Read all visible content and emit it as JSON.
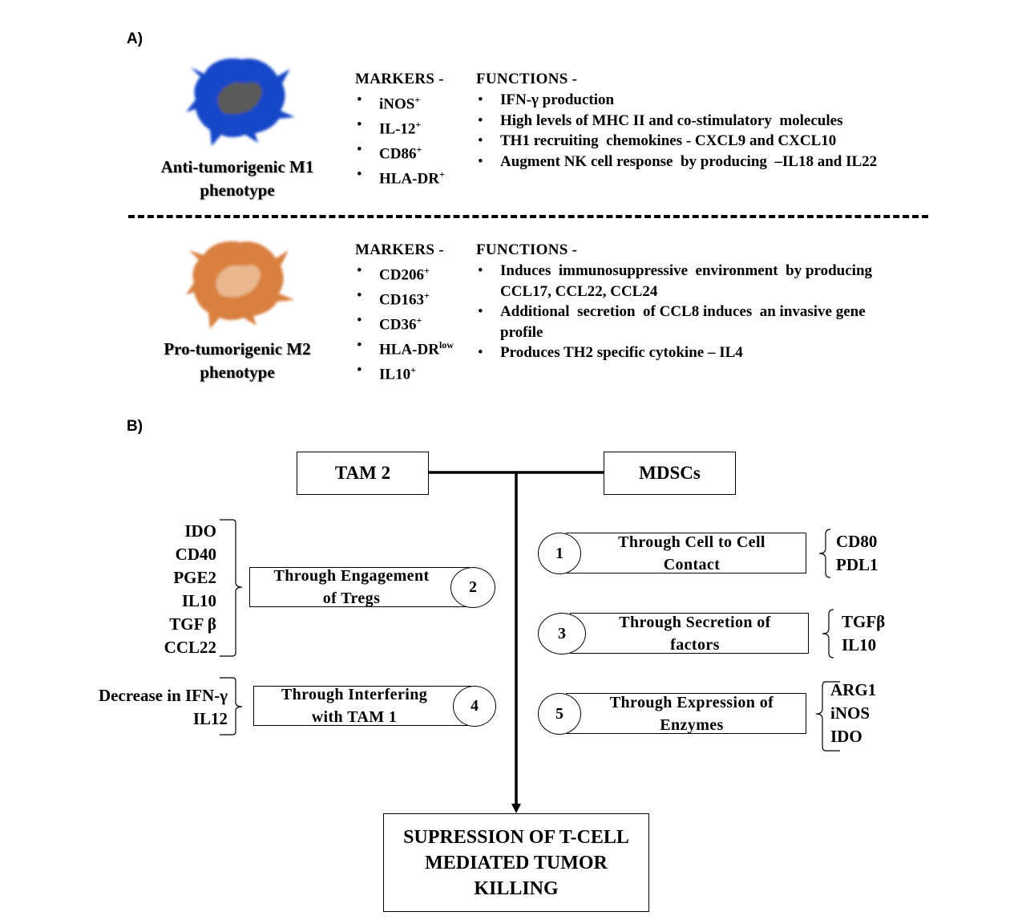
{
  "panel_a": {
    "label": "A)",
    "m1": {
      "caption_line1": "Anti-tumorigenic M1",
      "caption_line2": "phenotype",
      "cell_color": "#1746c8",
      "nucleus_color": "#5a5a5a",
      "markers_heading": "MARKERS -",
      "markers": [
        {
          "text": "iNOS",
          "sup": "+"
        },
        {
          "text": "IL-12",
          "sup": "+"
        },
        {
          "text": "CD86",
          "sup": "+"
        },
        {
          "text": "HLA-DR",
          "sup": "+"
        }
      ],
      "functions_heading": "FUNCTIONS -",
      "functions": [
        "IFN-γ production",
        "High levels of MHC II and co-stimulatory  molecules",
        "TH1 recruiting  chemokines - CXCL9 and CXCL10",
        "Augment NK cell response  by producing  –IL18 and IL22"
      ]
    },
    "m2": {
      "caption_line1": "Pro-tumorigenic M2",
      "caption_line2": "phenotype",
      "cell_color": "#d9803f",
      "nucleus_color": "#eab78e",
      "markers_heading": "MARKERS -",
      "markers": [
        {
          "text": "CD206",
          "sup": "+"
        },
        {
          "text": "CD163",
          "sup": "+"
        },
        {
          "text": "CD36",
          "sup": "+"
        },
        {
          "text": "HLA-DR",
          "sup": "low"
        },
        {
          "text": "IL10",
          "sup": "+"
        }
      ],
      "functions_heading": "FUNCTIONS -",
      "functions": [
        {
          "text": "Induces  immunosuppressive  environment  by producing",
          "bullet": true
        },
        {
          "text": "CCL17, CCL22, CCL24",
          "bullet": false
        },
        {
          "text": "Additional  secretion  of CCL8 induces  an invasive gene",
          "bullet": true
        },
        {
          "text": "profile",
          "bullet": false
        },
        {
          "text": "Produces TH2 specific cytokine – IL4",
          "bullet": true
        }
      ]
    }
  },
  "panel_b": {
    "label": "B)",
    "tam2": "TAM 2",
    "mdscs": "MDSCs",
    "left_mechanisms": [
      {
        "number": "2",
        "line1": "Through Engagement",
        "line2": "of Tregs",
        "factors": [
          "IDO",
          "CD40",
          "PGE2",
          "IL10",
          "TGF β",
          "CCL22"
        ]
      },
      {
        "number": "4",
        "line1": "Through Interfering",
        "line2": "with TAM 1",
        "factors": [
          "Decrease in IFN-γ",
          "IL12"
        ]
      }
    ],
    "right_mechanisms": [
      {
        "number": "1",
        "line1": "Through Cell to Cell",
        "line2": "Contact",
        "factors": [
          "CD80",
          "PDL1"
        ]
      },
      {
        "number": "3",
        "line1": "Through Secretion of",
        "line2": "factors",
        "factors": [
          "TGFβ",
          "IL10"
        ]
      },
      {
        "number": "5",
        "line1": "Through Expression of",
        "line2": "Enzymes",
        "factors": [
          "ARG1",
          "iNOS",
          "IDO"
        ]
      }
    ],
    "outcome_line1": "SUPRESSION OF T-CELL",
    "outcome_line2": "MEDIATED  TUMOR",
    "outcome_line3": "KILLING"
  }
}
